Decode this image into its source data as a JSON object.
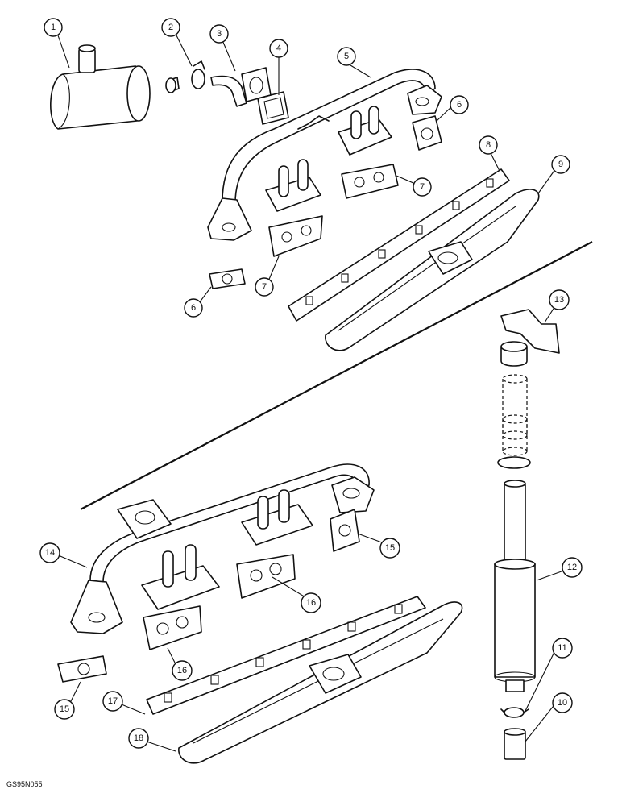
{
  "figure": {
    "reference_code": "GS95N055"
  },
  "callouts": [
    {
      "id": "c1",
      "label": "1"
    },
    {
      "id": "c2",
      "label": "2"
    },
    {
      "id": "c3",
      "label": "3"
    },
    {
      "id": "c4",
      "label": "4"
    },
    {
      "id": "c5",
      "label": "5"
    },
    {
      "id": "c6a",
      "label": "6"
    },
    {
      "id": "c6b",
      "label": "6"
    },
    {
      "id": "c7a",
      "label": "7"
    },
    {
      "id": "c7b",
      "label": "7"
    },
    {
      "id": "c8",
      "label": "8"
    },
    {
      "id": "c9",
      "label": "9"
    },
    {
      "id": "c10",
      "label": "10"
    },
    {
      "id": "c11",
      "label": "11"
    },
    {
      "id": "c12",
      "label": "12"
    },
    {
      "id": "c13",
      "label": "13"
    },
    {
      "id": "c14",
      "label": "14"
    },
    {
      "id": "c15a",
      "label": "15"
    },
    {
      "id": "c15b",
      "label": "15"
    },
    {
      "id": "c16a",
      "label": "16"
    },
    {
      "id": "c16b",
      "label": "16"
    },
    {
      "id": "c17",
      "label": "17"
    },
    {
      "id": "c18",
      "label": "18"
    }
  ]
}
